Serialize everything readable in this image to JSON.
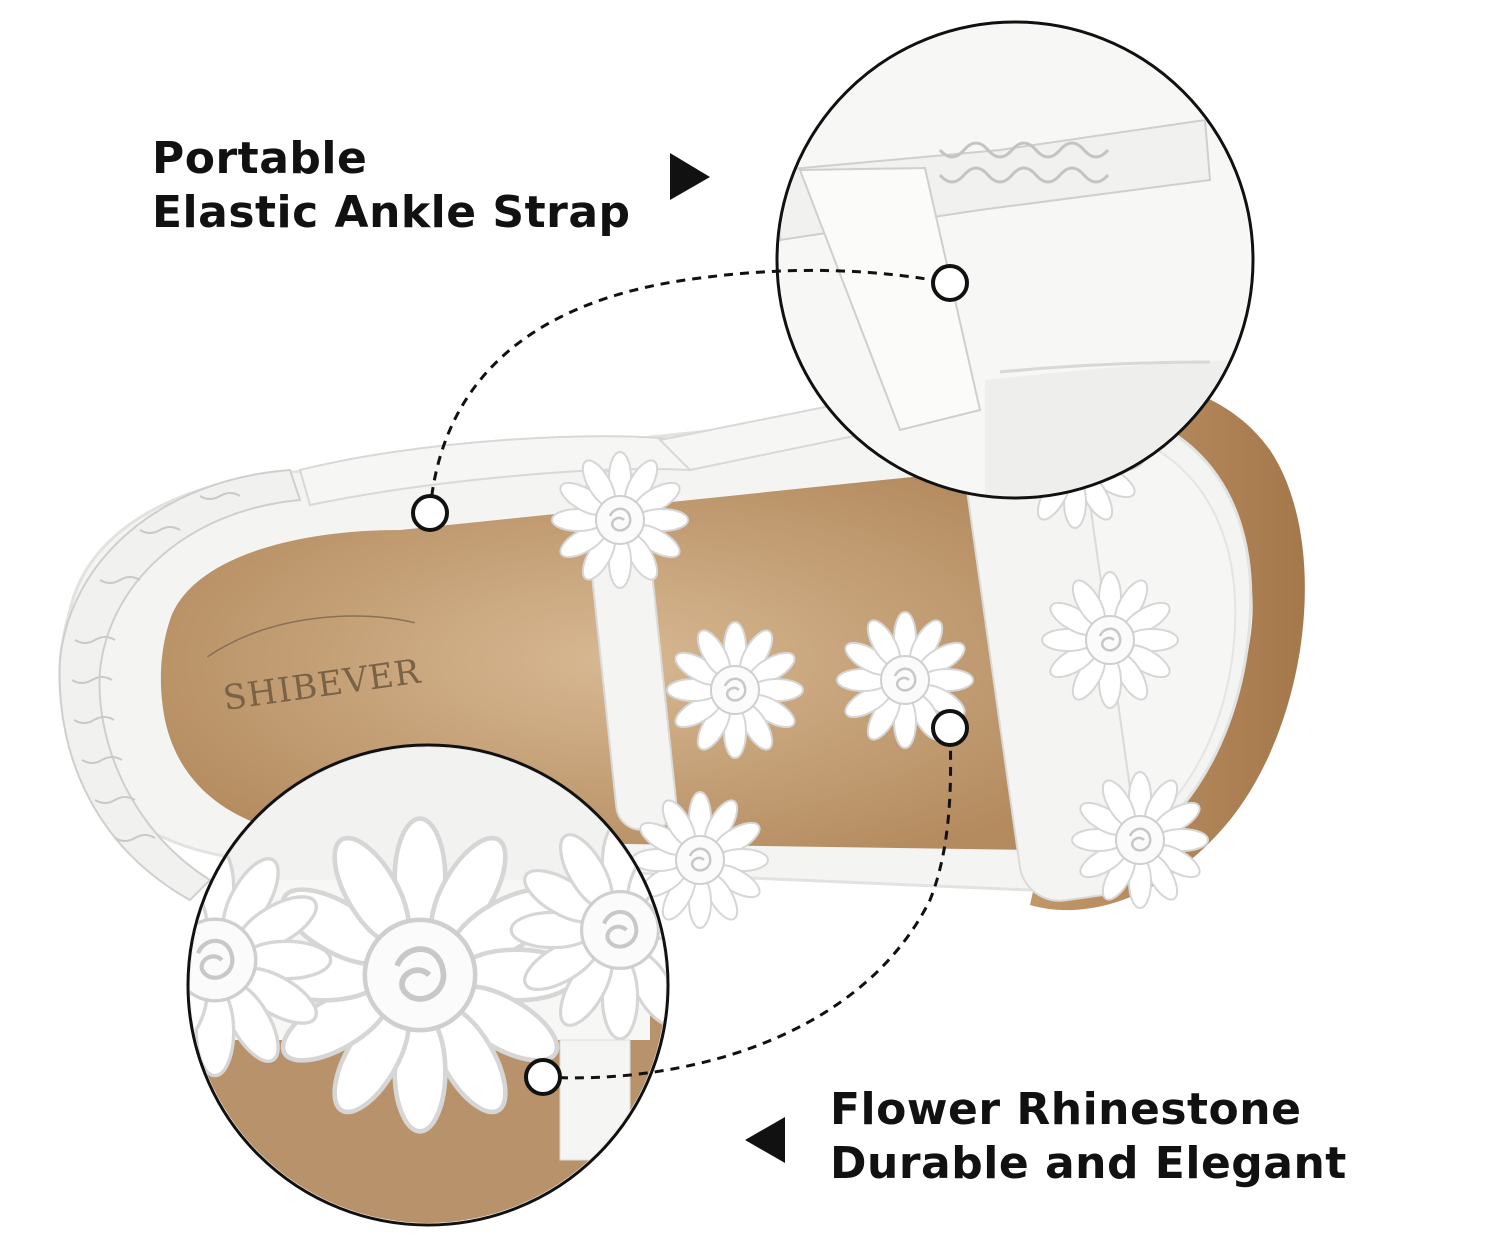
{
  "callouts": {
    "top": {
      "line1": "Portable",
      "line2": "Elastic Ankle Strap"
    },
    "bottom": {
      "line1": "Flower Rhinestone",
      "line2": "Durable and Elegant"
    }
  },
  "insole_logo": "SHIBEVER",
  "colors": {
    "text": "#111111",
    "insole": "#c9a57c",
    "shoe": "#f4f4f2",
    "sole": "#b58a5e"
  },
  "icons": [
    "arrow-right-icon",
    "arrow-left-icon"
  ]
}
